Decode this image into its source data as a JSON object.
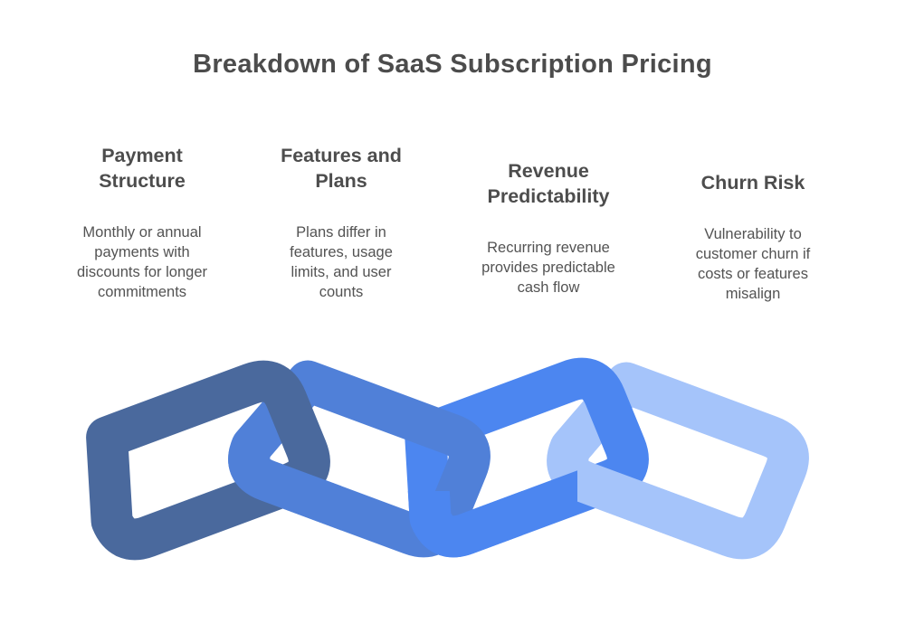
{
  "title": "Breakdown of SaaS Subscription Pricing",
  "sections": [
    {
      "id": "payment-structure",
      "heading": "Payment\nStructure",
      "body": "Monthly or annual\npayments with\ndiscounts for longer\ncommitments"
    },
    {
      "id": "features-and-plans",
      "heading": "Features and\nPlans",
      "body": "Plans differ in\nfeatures, usage\nlimits, and user\ncounts"
    },
    {
      "id": "revenue-predictability",
      "heading": "Revenue\nPredictability",
      "body": "Recurring revenue\nprovides predictable\ncash flow"
    },
    {
      "id": "churn-risk",
      "heading": "Churn Risk",
      "body": "Vulnerability to\ncustomer churn if\ncosts or features\nmisalign"
    }
  ],
  "chain": {
    "description": "four-interlocked-chain-links",
    "links": [
      {
        "id": "link-1",
        "color": "#4a699d"
      },
      {
        "id": "link-2",
        "color": "#5080d8"
      },
      {
        "id": "link-3",
        "color": "#4c86f0"
      },
      {
        "id": "link-4",
        "color": "#a5c4fa"
      }
    ]
  },
  "colors": {
    "title_text": "#4c4c4c",
    "heading_text": "#4d4d4d",
    "body_text": "#535353",
    "background": "#ffffff"
  }
}
